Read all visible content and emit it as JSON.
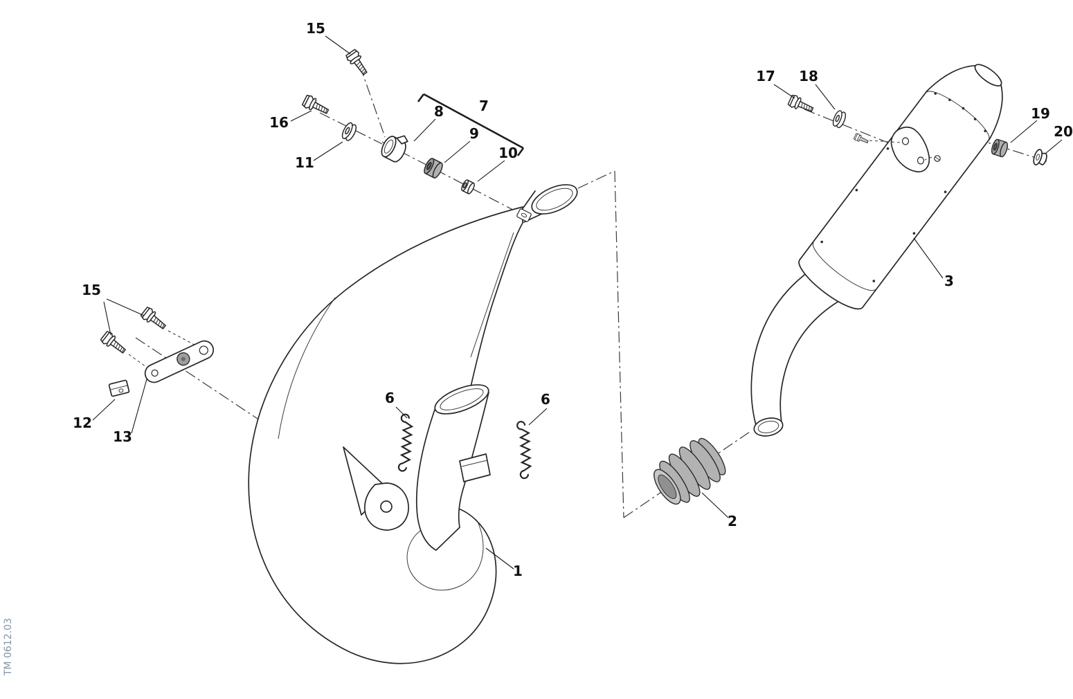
{
  "watermark": {
    "text": "TM 0612.03"
  },
  "colors": {
    "line": "#262626",
    "rubber_gray": "#b2b2b2",
    "grommet_gray": "#9e9e9e",
    "background": "#ffffff",
    "watermark": "#8496a6"
  },
  "callouts": {
    "screw_top": "15",
    "screw_front": "16",
    "washer_front": "11",
    "clamp": "8",
    "bushing_front": "9",
    "spacer": "10",
    "bracket_group": "7",
    "screws_left": "15",
    "clip": "12",
    "bracket_left": "13",
    "spring_left": "6",
    "spring_right": "6",
    "pipe": "1",
    "sleeve": "2",
    "silencer": "3",
    "screw_silencer": "17",
    "washer_silencer": "18",
    "bushing_silencer": "19",
    "cap_silencer": "20"
  }
}
